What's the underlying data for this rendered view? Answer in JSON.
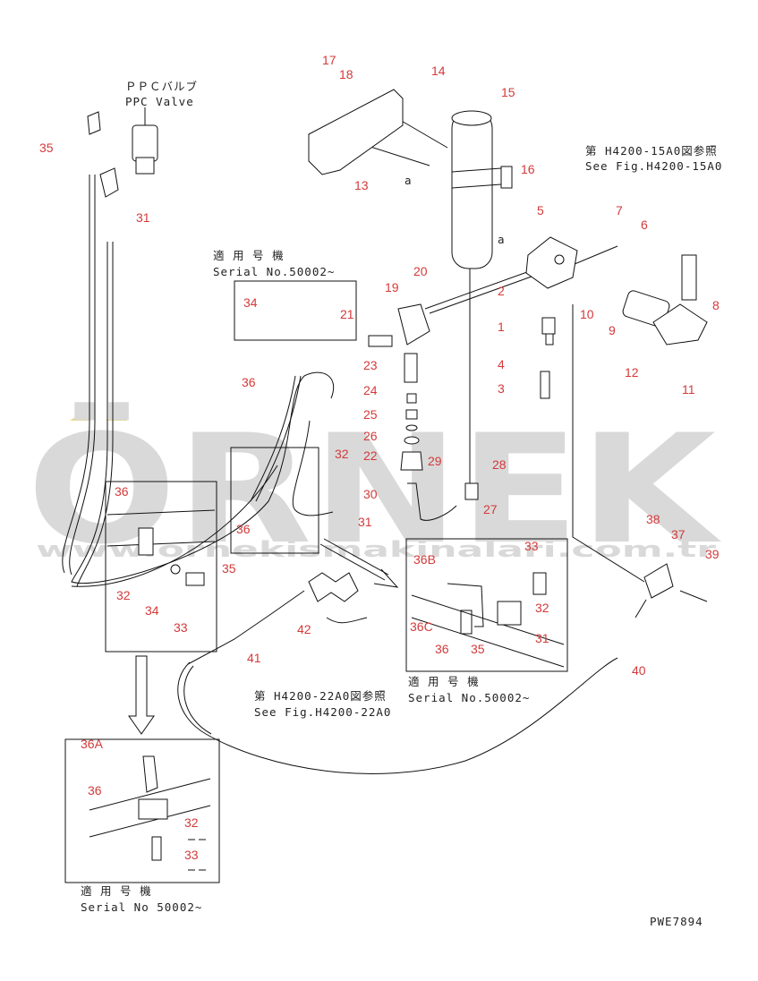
{
  "watermark": {
    "brand": "ÖRNEK",
    "url": "www.ornekismakinalari.com.tr",
    "color": "#d9d9d9"
  },
  "drawing_code": "PWE7894",
  "label_color": "#d43a3a",
  "notes": {
    "ppc_jp": "ＰＰＣバルブ",
    "ppc_en": "PPC Valve",
    "serial_top_jp": "適 用 号 機",
    "serial_top_en": "Serial No.50002~",
    "ref15_jp": "第 H4200-15A0図参照",
    "ref15_en": "See Fig.H4200-15A0",
    "ref22_jp": "第 H4200-22A0図参照",
    "ref22_en": "See Fig.H4200-22A0",
    "serial_mid_jp": "適 用 号 機",
    "serial_mid_en": "Serial No.50002~",
    "serial_bot_jp": "適 用 号 機",
    "serial_bot_en": "Serial No 50002~",
    "view_a1": "a",
    "view_a2": "a"
  },
  "callouts": {
    "c1": "1",
    "c2": "2",
    "c3": "3",
    "c4": "4",
    "c5": "5",
    "c6": "6",
    "c7": "7",
    "c8": "8",
    "c9": "9",
    "c10": "10",
    "c11": "11",
    "c12": "12",
    "c13": "13",
    "c14": "14",
    "c15": "15",
    "c16": "16",
    "c17": "17",
    "c18": "18",
    "c19": "19",
    "c20": "20",
    "c21": "21",
    "c22": "22",
    "c23": "23",
    "c24": "24",
    "c25": "25",
    "c26": "26",
    "c27": "27",
    "c28": "28",
    "c29": "29",
    "c30": "30",
    "c31": "31",
    "c31b": "31",
    "c31c": "31",
    "c32": "32",
    "c32b": "32",
    "c32c": "32",
    "c32d": "32",
    "c33": "33",
    "c33b": "33",
    "c33c": "33",
    "c34": "34",
    "c34b": "34",
    "c35": "35",
    "c35b": "35",
    "c35c": "35",
    "c36": "36",
    "c36b": "36",
    "c36c": "36",
    "c36d": "36",
    "c36e": "36",
    "c36A": "36A",
    "c36B": "36B",
    "c36C": "36C",
    "c37": "37",
    "c38": "38",
    "c39": "39",
    "c40": "40",
    "c41": "41",
    "c42": "42"
  }
}
